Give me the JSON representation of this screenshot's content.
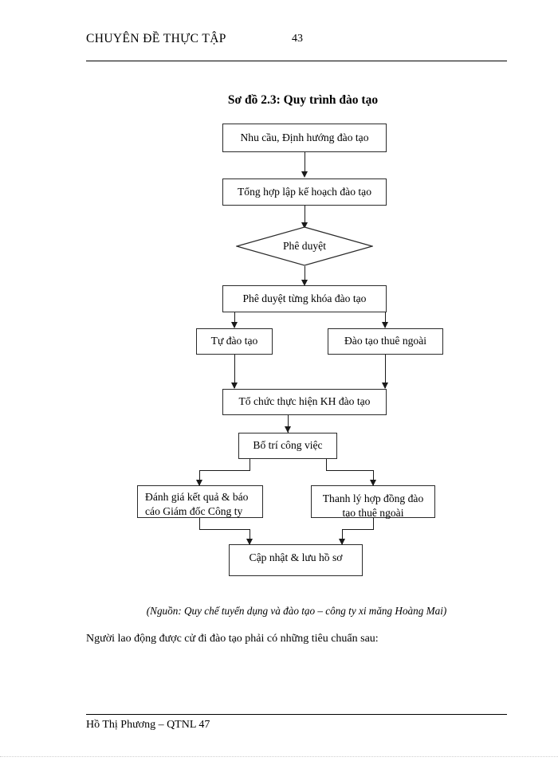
{
  "header": {
    "title": "CHUYÊN ĐỀ THỰC TẬP",
    "page_number": "43"
  },
  "diagram": {
    "title": "Sơ đồ 2.3: Quy trình đào tạo",
    "nodes": [
      {
        "id": "n1",
        "shape": "rect",
        "label": "Nhu cầu, Định hướng đào tạo"
      },
      {
        "id": "n2",
        "shape": "rect",
        "label": "Tổng hợp lập kế hoạch đào tạo"
      },
      {
        "id": "n3",
        "shape": "diamond",
        "label": "Phê duyệt"
      },
      {
        "id": "n4",
        "shape": "rect",
        "label": "Phê duyệt từng khóa đào tạo"
      },
      {
        "id": "n5",
        "shape": "rect",
        "label": "Tự đào tạo"
      },
      {
        "id": "n6",
        "shape": "rect",
        "label": "Đào tạo thuê ngoài"
      },
      {
        "id": "n7",
        "shape": "rect",
        "label": "Tổ chức thực hiện KH đào tạo"
      },
      {
        "id": "n8",
        "shape": "rect",
        "label": "Bố trí công việc"
      },
      {
        "id": "n9",
        "shape": "rect",
        "label": "Đánh giá kết quả & báo\ncáo Giám đốc Công ty"
      },
      {
        "id": "n10",
        "shape": "rect",
        "label": "Thanh lý hợp đồng đào\ntạo thuê ngoài"
      },
      {
        "id": "n11",
        "shape": "rect",
        "label": "Cập nhật & lưu hồ sơ"
      }
    ],
    "edges": [
      {
        "from": "n1",
        "to": "n2"
      },
      {
        "from": "n2",
        "to": "n3"
      },
      {
        "from": "n3",
        "to": "n4"
      },
      {
        "from": "n4",
        "to": "n5"
      },
      {
        "from": "n4",
        "to": "n6"
      },
      {
        "from": "n5",
        "to": "n7"
      },
      {
        "from": "n6",
        "to": "n7"
      },
      {
        "from": "n7",
        "to": "n8"
      },
      {
        "from": "n8",
        "to": "n9"
      },
      {
        "from": "n8",
        "to": "n10"
      },
      {
        "from": "n9",
        "to": "n11"
      },
      {
        "from": "n10",
        "to": "n11"
      }
    ]
  },
  "source_note": "(Nguồn: Quy chế tuyển dụng và đào tạo – công ty xi măng Hoàng Mai)",
  "body_text": "Người lao động được cử đi đào tạo phải có những tiêu chuẩn sau:",
  "footer": {
    "text": "Hồ Thị Phương – QTNL 47"
  },
  "colors": {
    "text": "#000000",
    "line": "#1a1a1a",
    "box_border": "#2a2a2a",
    "page_background": "#ffffff"
  }
}
